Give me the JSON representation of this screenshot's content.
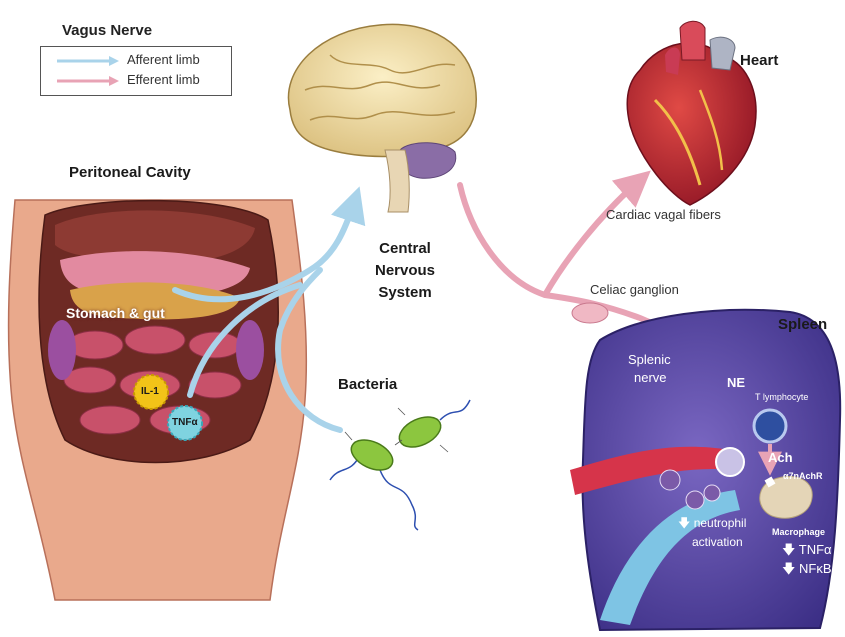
{
  "legend": {
    "title": "Vagus Nerve",
    "afferent": "Afferent limb",
    "efferent": "Efferent limb",
    "afferent_color": "#a9d3ea",
    "efferent_color": "#e8a3b5"
  },
  "labels": {
    "peritoneal": "Peritoneal Cavity",
    "stomach_gut": "Stomach & gut",
    "il1": "IL-1",
    "tnfa": "TNFα",
    "cns_line1": "Central",
    "cns_line2": "Nervous",
    "cns_line3": "System",
    "bacteria": "Bacteria",
    "heart": "Heart",
    "cardiac": "Cardiac vagal fibers",
    "celiac": "Celiac ganglion",
    "spleen": "Spleen",
    "splenic1": "Splenic",
    "splenic2": "nerve",
    "ne": "NE",
    "t_lymph": "T lymphocyte",
    "ach": "Ach",
    "a7": "α7nAchR",
    "neutro1": "neutrophil",
    "neutro2": "activation",
    "macrophage": "Macrophage",
    "tnfa_down": "TNFα",
    "nfkb_down": "NFκB"
  },
  "colors": {
    "spleen": "#5b4aa3",
    "heart": "#c0283a",
    "skin": "#e9a98c",
    "brain": "#f2dfa4",
    "bacteria": "#8cc63f"
  }
}
